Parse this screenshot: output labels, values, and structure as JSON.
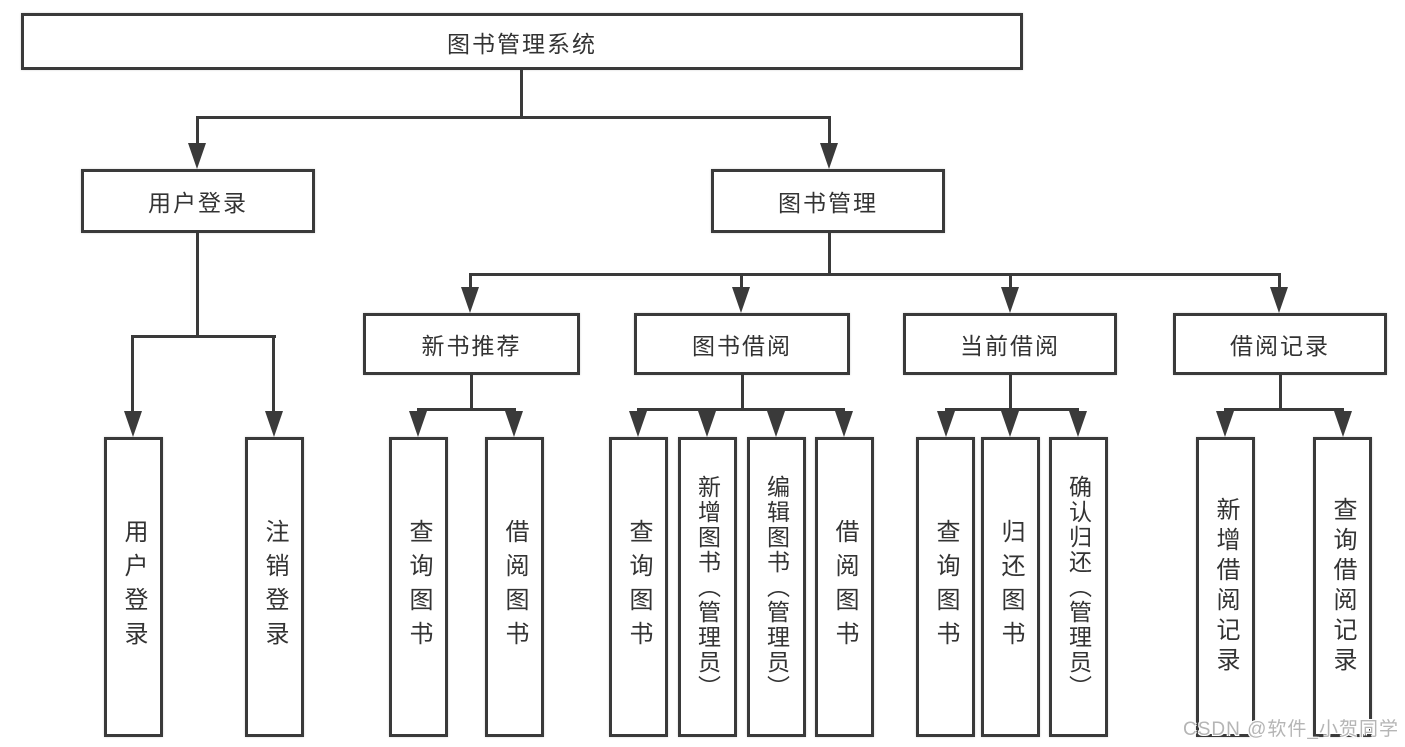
{
  "diagram": {
    "root": {
      "label": "图书管理系统"
    },
    "level2": {
      "user_login": {
        "label": "用户登录"
      },
      "book_mgmt": {
        "label": "图书管理"
      }
    },
    "level3": {
      "new_book": {
        "label": "新书推荐"
      },
      "book_borrow": {
        "label": "图书借阅"
      },
      "current_borrow": {
        "label": "当前借阅"
      },
      "borrow_record": {
        "label": "借阅记录"
      }
    },
    "leaves": {
      "user_login_leaf": {
        "label": "用户登录"
      },
      "logout_leaf": {
        "label": "注销登录"
      },
      "nb_query": {
        "label": "查询图书"
      },
      "nb_borrow": {
        "label": "借阅图书"
      },
      "bb_query": {
        "label": "查询图书"
      },
      "bb_add": {
        "label": "新增图书（管理员）"
      },
      "bb_edit": {
        "label": "编辑图书（管理员）"
      },
      "bb_borrow": {
        "label": "借阅图书"
      },
      "cb_query": {
        "label": "查询图书"
      },
      "cb_return": {
        "label": "归还图书"
      },
      "cb_confirm": {
        "label": "确认归还（管理员）"
      },
      "br_add": {
        "label": "新增借阅记录"
      },
      "br_query": {
        "label": "查询借阅记录"
      }
    }
  },
  "watermark": {
    "text": "CSDN @软件_小贺同学"
  },
  "colors": {
    "line": "#3a3a3a",
    "text": "#333333",
    "watermark": "#b5b5b5",
    "background": "#ffffff"
  }
}
